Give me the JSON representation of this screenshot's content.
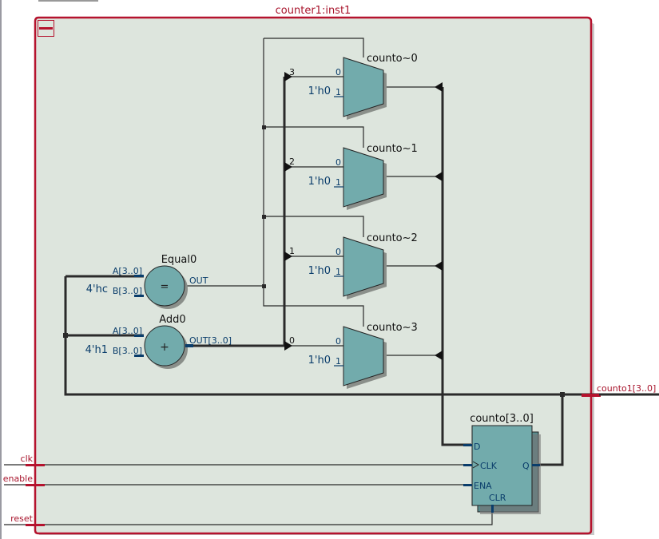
{
  "viewer": {
    "instance_title": "counter1:inst1",
    "collapse_button_icon": "minus-icon"
  },
  "colors": {
    "border": "#b5132e",
    "background": "#dde5dd",
    "block_fill": "#72abac",
    "pin": "#0a3d6b",
    "wire": "#2a2a2a"
  },
  "ports": {
    "inputs": [
      "clk",
      "enable",
      "reset"
    ],
    "output": "counto1[3..0]"
  },
  "equal": {
    "name": "Equal0",
    "symbol": "=",
    "pin_a": "A[3..0]",
    "pin_b": "B[3..0]",
    "const_b": "4'hc",
    "pin_out": "OUT"
  },
  "add": {
    "name": "Add0",
    "symbol": "+",
    "pin_a": "A[3..0]",
    "pin_b": "B[3..0]",
    "const_b": "4'h1",
    "pin_out": "OUT[3..0]"
  },
  "muxes": [
    {
      "name": "counto~0",
      "bit": "3",
      "in0": "0",
      "in1": "1",
      "const": "1'h0"
    },
    {
      "name": "counto~1",
      "bit": "2",
      "in0": "0",
      "in1": "1",
      "const": "1'h0"
    },
    {
      "name": "counto~2",
      "bit": "1",
      "in0": "0",
      "in1": "1",
      "const": "1'h0"
    },
    {
      "name": "counto~3",
      "bit": "0",
      "in0": "0",
      "in1": "1",
      "const": "1'h0"
    }
  ],
  "register": {
    "name": "counto[3..0]",
    "pin_d": "D",
    "pin_clk": "CLK",
    "pin_ena": "ENA",
    "pin_clr": "CLR",
    "pin_q": "Q"
  }
}
